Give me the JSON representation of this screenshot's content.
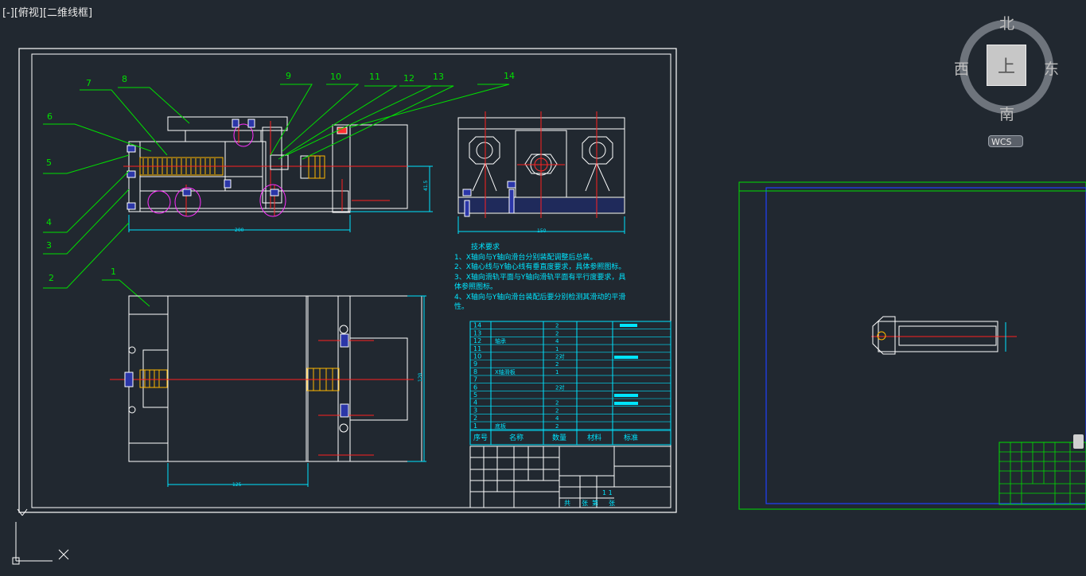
{
  "viewport": {
    "label": "[-][俯视][二维线框]"
  },
  "viewcube": {
    "north": "北",
    "south": "南",
    "west": "西",
    "east": "东",
    "face": "上",
    "wcs_label": "WCS"
  },
  "balloons": [
    "7",
    "8",
    "6",
    "5",
    "4",
    "3",
    "2",
    "9",
    "10",
    "11",
    "12",
    "13",
    "14",
    "1"
  ],
  "dimensions": {
    "width_main": "200",
    "height_main": "41.5",
    "width_side": "150",
    "width_plan": "125",
    "height_plan": "120"
  },
  "tech": {
    "title": "技术要求",
    "lines": [
      "1、X轴向与Y轴向滑台分别装配调整后总装。",
      "2、X轴心线与Y轴心线有垂直度要求，具体参照图标。",
      "3、X轴向滑轨平面与Y轴向滑轨平面有平行度要求，具",
      "体参照图标。",
      "4、X轴向与Y轴向滑台装配后要分别检测其滑动的平滑",
      "性。"
    ]
  },
  "bom": {
    "headers": [
      "序号",
      "名称",
      "数量",
      "材料",
      "标准"
    ],
    "rows": [
      [
        "14",
        "",
        "2",
        "",
        ""
      ],
      [
        "13",
        "",
        "2",
        "",
        ""
      ],
      [
        "12",
        "轴承",
        "4",
        "",
        ""
      ],
      [
        "11",
        "",
        "1",
        "",
        ""
      ],
      [
        "10",
        "",
        "2对",
        "",
        ""
      ],
      [
        "9",
        "",
        "2",
        "",
        ""
      ],
      [
        "8",
        "X轴滑板",
        "1",
        "",
        ""
      ],
      [
        "7",
        "",
        "",
        "",
        ""
      ],
      [
        "6",
        "",
        "2对",
        "",
        ""
      ],
      [
        "5",
        "",
        "",
        "",
        ""
      ],
      [
        "4",
        "",
        "2",
        "",
        ""
      ],
      [
        "3",
        "",
        "2",
        "",
        ""
      ],
      [
        "2",
        "",
        "4",
        "",
        ""
      ],
      [
        "1",
        "底板",
        "2",
        "",
        ""
      ]
    ]
  },
  "title_block": {
    "page_fraction": "1 1",
    "cells": [
      "共",
      "张",
      "第",
      "张"
    ]
  }
}
